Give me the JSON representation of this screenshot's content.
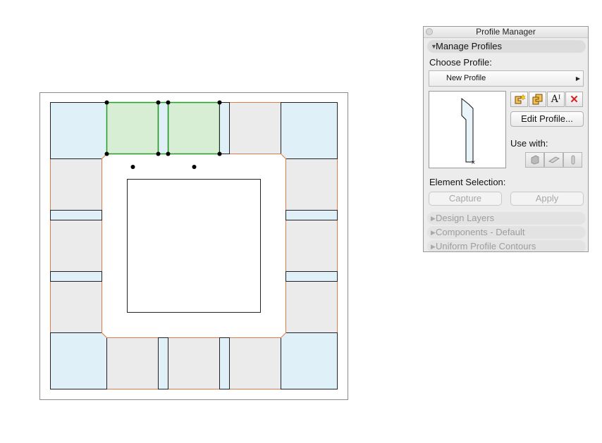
{
  "window": {
    "title": "Profile Manager"
  },
  "manage_profiles": {
    "header": "Manage Profiles",
    "expanded": true,
    "choose_profile_label": "Choose Profile:",
    "selected_profile": "New Profile",
    "tools": [
      {
        "icon": "new-profile-icon",
        "label": ""
      },
      {
        "icon": "duplicate-profile-icon",
        "label": ""
      },
      {
        "icon": "rename-profile-icon",
        "label": "Aᴵ"
      },
      {
        "icon": "delete-profile-icon",
        "label": "✕"
      }
    ],
    "edit_profile_label": "Edit Profile...",
    "use_with_label": "Use with:",
    "use_with_options": [
      "wall-icon",
      "beam-icon",
      "column-icon"
    ]
  },
  "element_selection": {
    "label": "Element Selection:",
    "capture_label": "Capture",
    "apply_label": "Apply",
    "enabled": false
  },
  "collapsed_sections": [
    {
      "label": "Design Layers"
    },
    {
      "label": "Components - Default"
    },
    {
      "label": "Uniform Profile Contours"
    }
  ],
  "colors": {
    "accent_green": "#249a24",
    "fill_green": "#d7eed5",
    "fill_blue": "#dff0f8",
    "fill_gray": "#ebebeb",
    "component_line": "#e07a46",
    "delete_red": "#d8201c",
    "tool_gold": "#e49b22"
  }
}
